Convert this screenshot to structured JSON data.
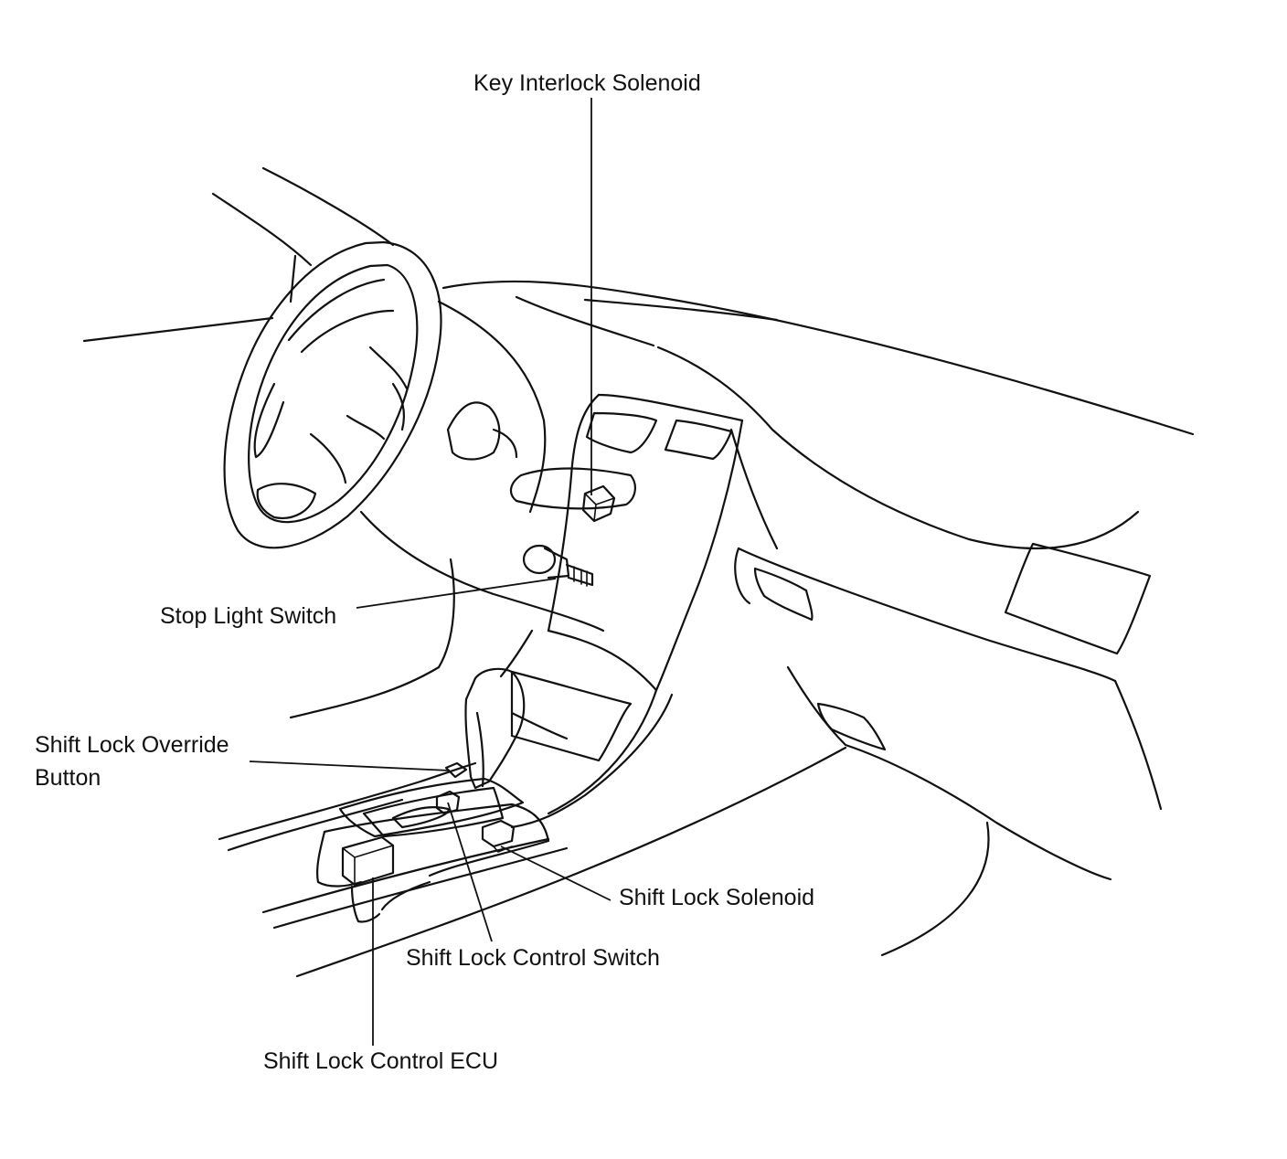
{
  "labels": {
    "key_interlock_solenoid": "Key Interlock Solenoid",
    "stop_light_switch": "Stop Light Switch",
    "shift_lock_override_line1": "Shift Lock Override",
    "shift_lock_override_line2": "Button",
    "shift_lock_solenoid": "Shift Lock Solenoid",
    "shift_lock_control_switch": "Shift Lock Control Switch",
    "shift_lock_control_ecu": "Shift Lock Control ECU"
  },
  "colors": {
    "ink": "#111111",
    "background": "#ffffff"
  }
}
